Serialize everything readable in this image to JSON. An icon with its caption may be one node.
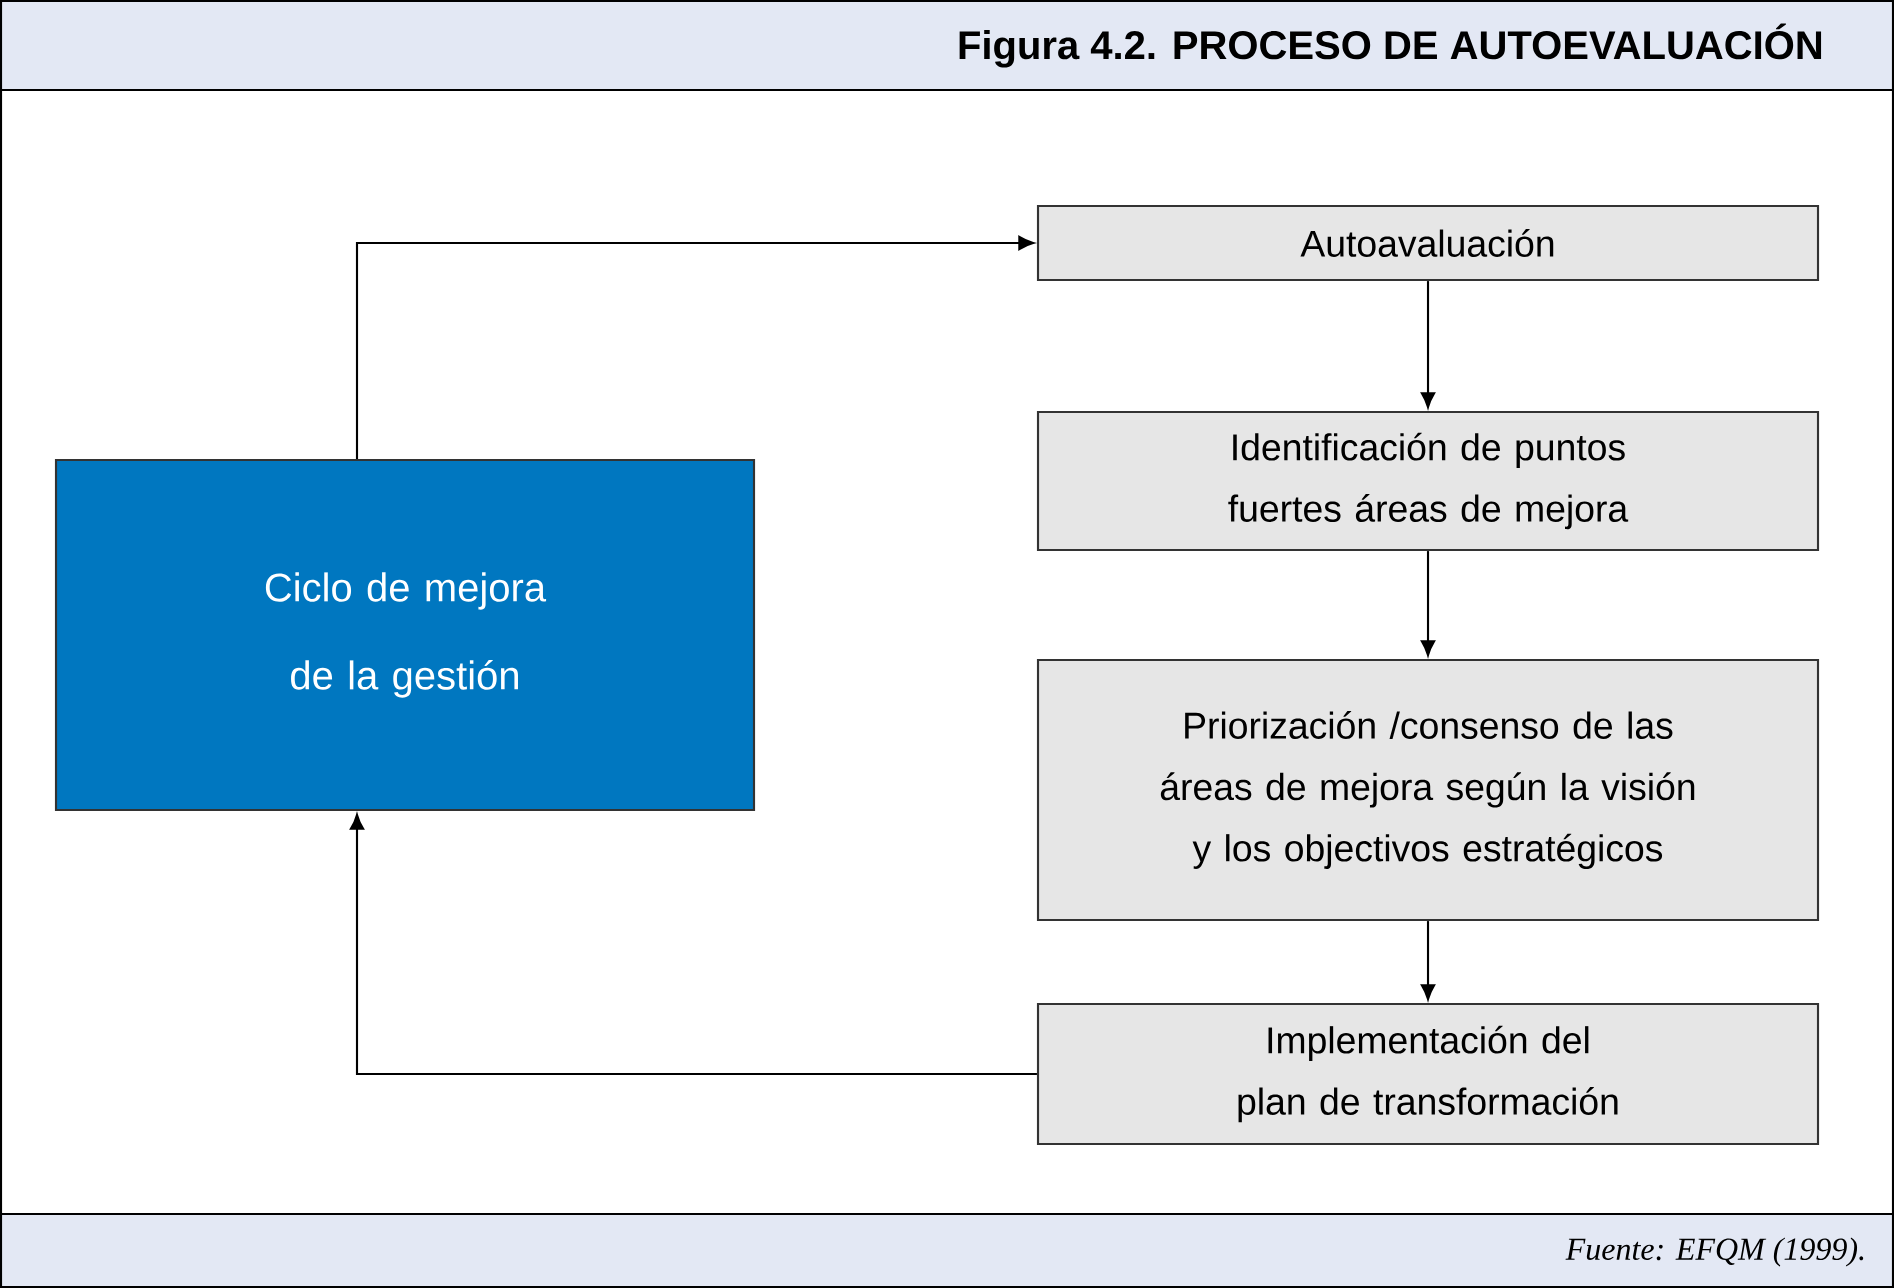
{
  "diagram": {
    "title": "Figura 4.2.  PROCESO DE AUTOEVALUACIÓN",
    "caption": "Fuente: EFQM (1999).",
    "nodes": [
      {
        "text": [
          "Ciclo de mejora de la gestión"
        ]
      },
      {
        "text": [
          "Autoavaluación"
        ]
      },
      {
        "text": [
          "Identificación de puntos fuertes áreas de mejora"
        ]
      },
      {
        "text": [
          "Priorización /consenso de las áreas de mejora según la visión y los objectivos estratégicos"
        ]
      },
      {
        "text": [
          "Implementación del plan de transformación"
        ]
      }
    ],
    "edges": [
      {
        "from": 0,
        "to": 1,
        "arrow": "to"
      },
      {
        "from": 1,
        "to": 2,
        "arrow": "to"
      },
      {
        "from": 2,
        "to": 3,
        "arrow": "to"
      },
      {
        "from": 3,
        "to": 4,
        "arrow": "to"
      },
      {
        "from": 4,
        "to": 0,
        "arrow": "to"
      }
    ]
  }
}
